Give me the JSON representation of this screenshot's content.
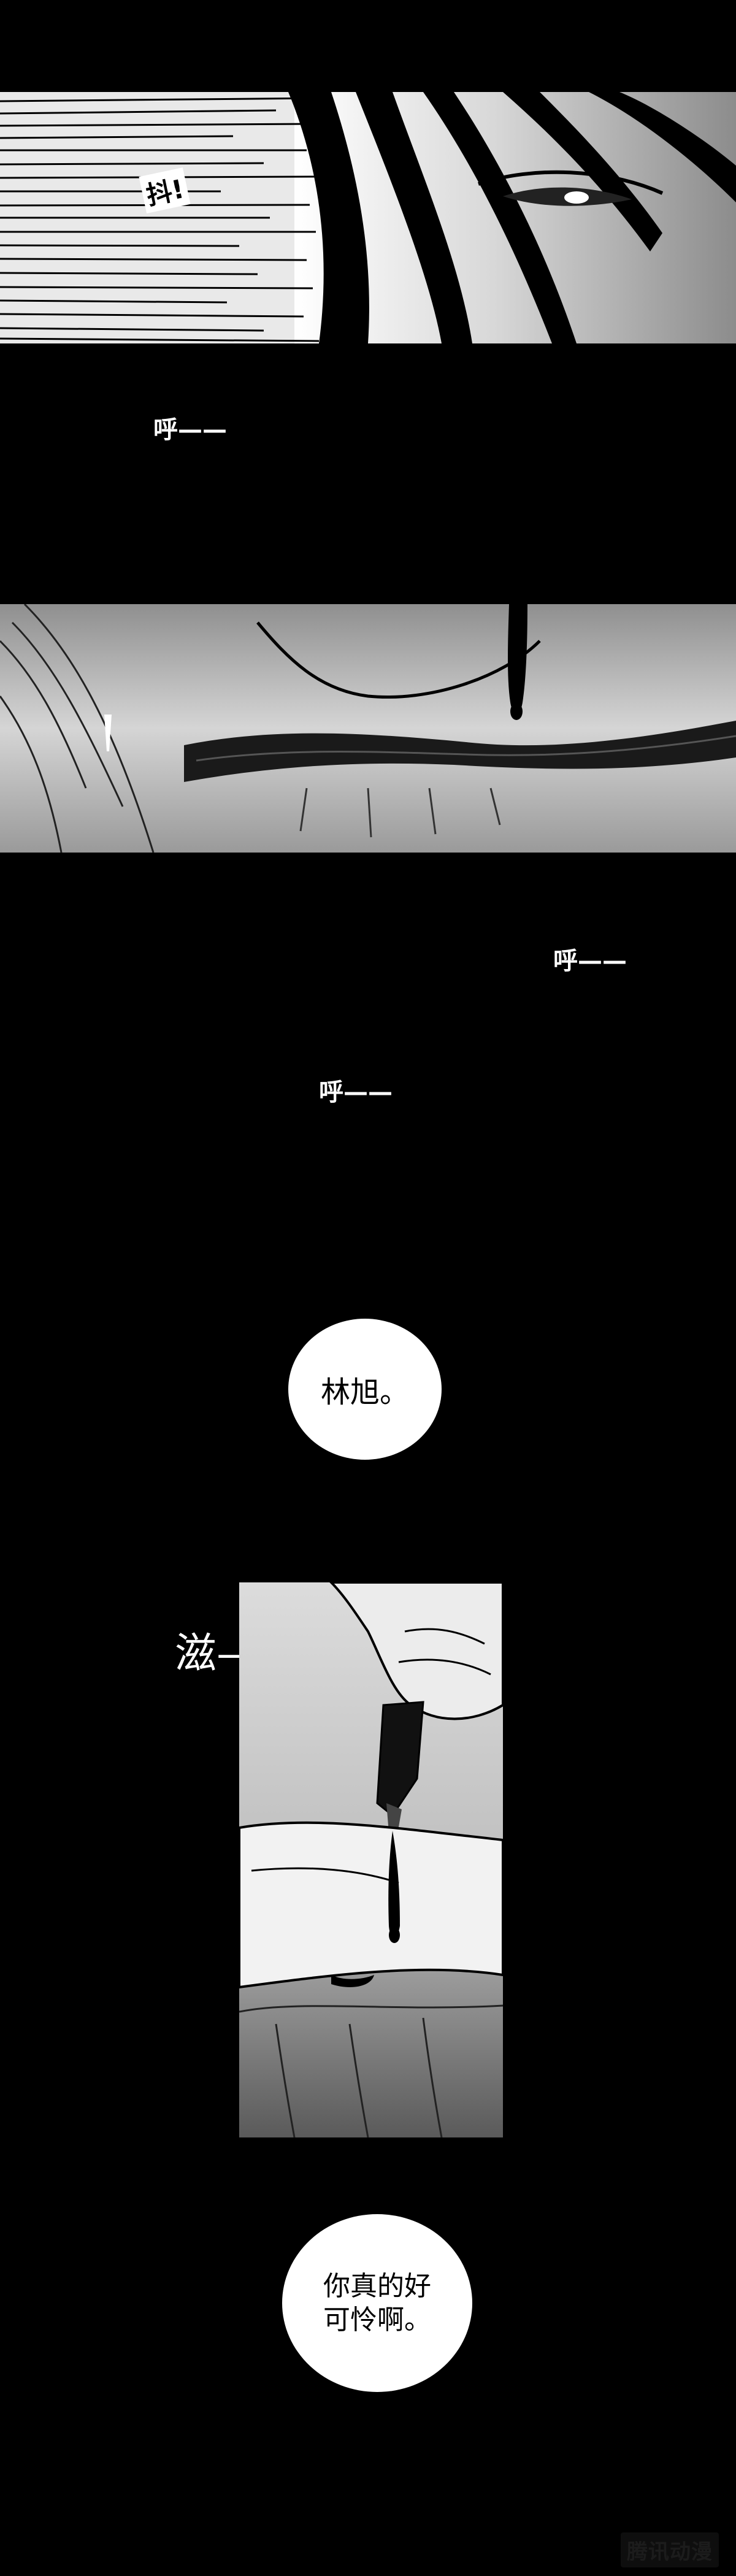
{
  "sfx": {
    "dou": "抖!",
    "hu_1": "呼——",
    "hu_2": "呼——",
    "hu_3": "呼——",
    "zi": "滋——"
  },
  "speech": {
    "line_1": "林旭。",
    "line_2a": "你真的好",
    "line_2b": "可怜啊。"
  },
  "watermark": "腾讯动漫",
  "colors": {
    "background": "#000000",
    "bubble": "#ffffff",
    "ink": "#000000",
    "blood": "#111111"
  },
  "icons": [
    "eye-closeup-illustration",
    "mouth-blood-illustration",
    "knife-hand-illustration"
  ]
}
